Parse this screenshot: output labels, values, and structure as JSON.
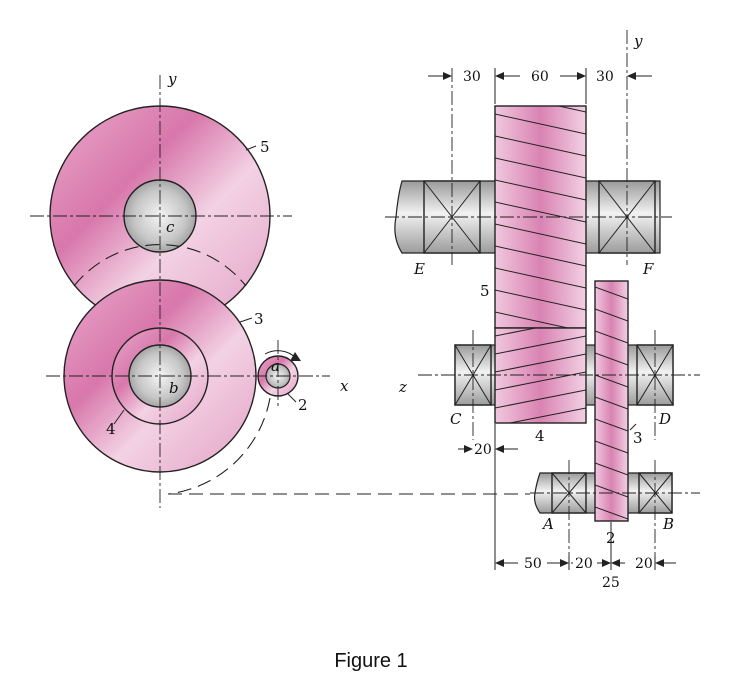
{
  "caption": "Figure 1",
  "colors": {
    "gear": "#e8a2c6",
    "gear_dark": "#d66fa6",
    "shaft": "#bdbdbd",
    "line": "#222222"
  },
  "labels": {
    "axis_y_left": "y",
    "axis_x": "x",
    "axis_y_right": "y",
    "axis_z": "z",
    "center_c": "c",
    "center_b": "b",
    "center_a": "a",
    "gear_5_left": "5",
    "gear_3_left": "3",
    "gear_4_left": "4",
    "gear_2_left": "2",
    "bearing_E": "E",
    "bearing_F": "F",
    "bearing_C": "C",
    "bearing_D": "D",
    "bearing_A": "A",
    "bearing_B": "B",
    "gear_5_side": "5",
    "gear_4_side": "4",
    "gear_3_side": "3",
    "gear_2_side": "2"
  },
  "dimensions": {
    "top_left": "30",
    "top_mid": "60",
    "top_right": "30",
    "mid_left": "20",
    "bot_1": "50",
    "bot_2": "20",
    "bot_3": "25",
    "bot_4": "20"
  }
}
